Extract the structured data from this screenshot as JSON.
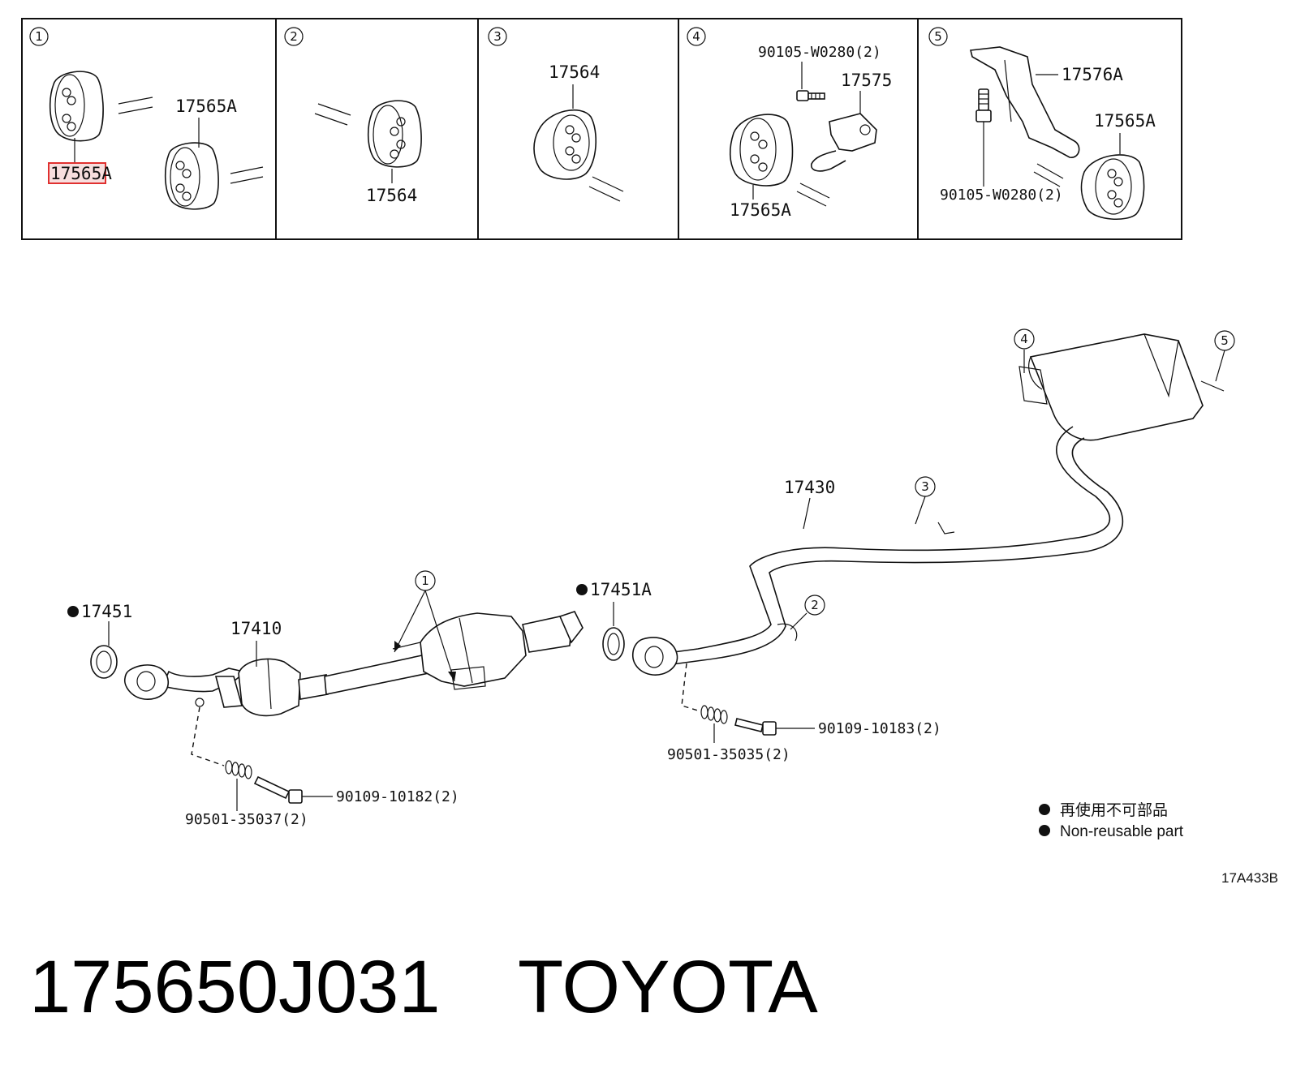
{
  "panels": [
    {
      "number": "1",
      "labels": [
        "17565A",
        "17565A"
      ],
      "highlighted": "17565A"
    },
    {
      "number": "2",
      "labels": [
        "17564"
      ]
    },
    {
      "number": "3",
      "labels": [
        "17564"
      ]
    },
    {
      "number": "4",
      "labels": [
        "90105-W0280(2)",
        "17575",
        "17565A"
      ]
    },
    {
      "number": "5",
      "labels": [
        "17576A",
        "17565A",
        "90105-W0280(2)"
      ]
    }
  ],
  "main_diagram": {
    "callouts": [
      "4",
      "5",
      "3",
      "2",
      "1"
    ],
    "part_labels": {
      "muffler_pipe": "17430",
      "gasket_rear": "17451A",
      "gasket_front": "17451",
      "converter_pipe": "17410",
      "bolt_rear": "90109-10183(2)",
      "spring_rear": "90501-35035(2)",
      "bolt_front": "90109-10182(2)",
      "spring_front": "90501-35037(2)"
    }
  },
  "legend": {
    "jp": "再使用不可部品",
    "en": "Non-reusable part",
    "bullet_color": "#000000"
  },
  "illustration_code": "17A433B",
  "footer": {
    "part_number": "175650J031",
    "brand": "TOYOTA"
  },
  "highlight_color": "#e0302f"
}
